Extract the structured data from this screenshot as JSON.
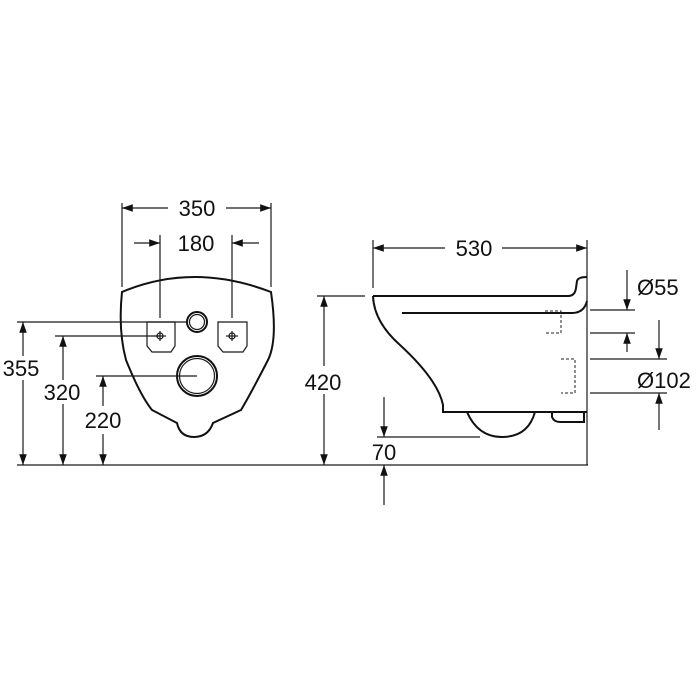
{
  "front_view": {
    "width_label": "350",
    "bolt_spacing_label": "180",
    "height_355_label": "355",
    "height_320_label": "320",
    "height_220_label": "220"
  },
  "side_view": {
    "depth_label": "530",
    "rim_height_label": "420",
    "floor_clearance_label": "70",
    "inlet_diameter_label": "Ø55",
    "outlet_diameter_label": "Ø102"
  },
  "colors": {
    "line": "#111111",
    "background": "#ffffff"
  }
}
